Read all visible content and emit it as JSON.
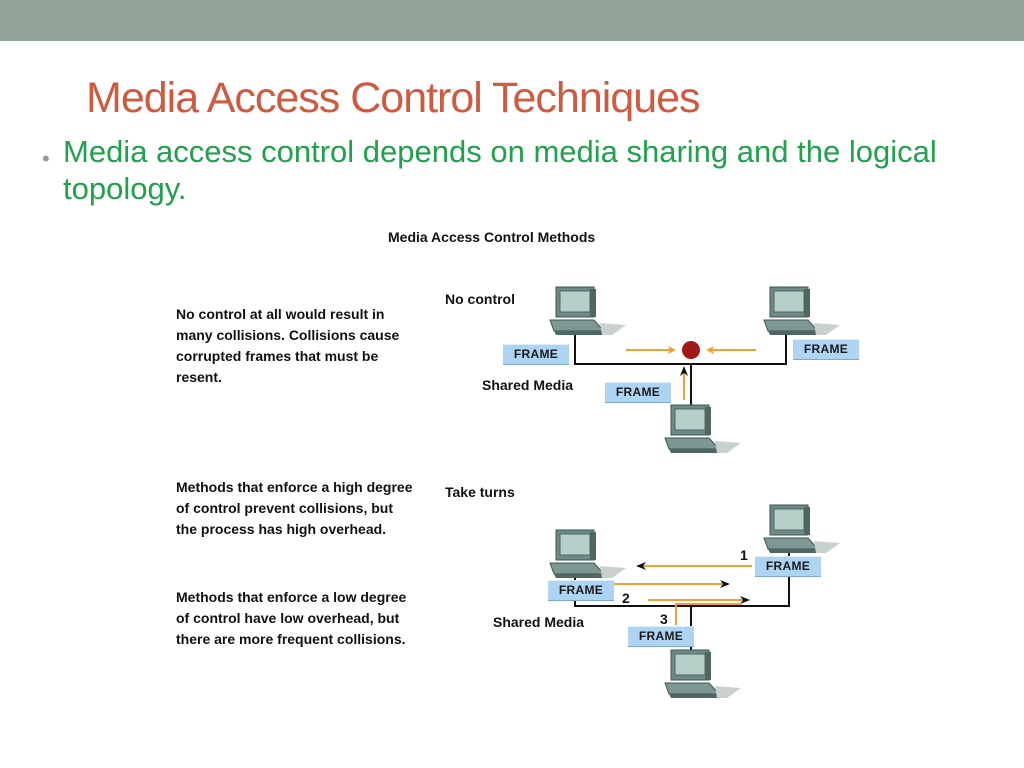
{
  "slide": {
    "title": "Media Access Control Techniques",
    "bullet": "Media access control depends on media sharing and the logical topology."
  },
  "figure": {
    "title": "Media Access Control Methods",
    "descriptions": [
      "No control at all would result in many collisions. Collisions cause corrupted frames that must be resent.",
      "Methods that enforce a high degree of control prevent collisions, but the process has high overhead.",
      "Methods that enforce a low degree of control have low overhead, but there are more frequent collisions."
    ],
    "no_control": {
      "label": "No control",
      "media_label": "Shared Media",
      "frame_labels": [
        "FRAME",
        "FRAME",
        "FRAME"
      ]
    },
    "take_turns": {
      "label": "Take turns",
      "media_label": "Shared Media",
      "frame_labels": [
        "FRAME",
        "FRAME",
        "FRAME"
      ],
      "steps": [
        "1",
        "2",
        "3"
      ]
    }
  },
  "colors": {
    "title": "#d05a40",
    "bullet": "#1ea24a",
    "top_bar": "#93a39a",
    "frame_fill": "#aed4f4",
    "arrow": "#f0a030",
    "collision": "#a01818",
    "wire": "#111111"
  },
  "icons": [
    "computer-icon",
    "collision-icon"
  ]
}
